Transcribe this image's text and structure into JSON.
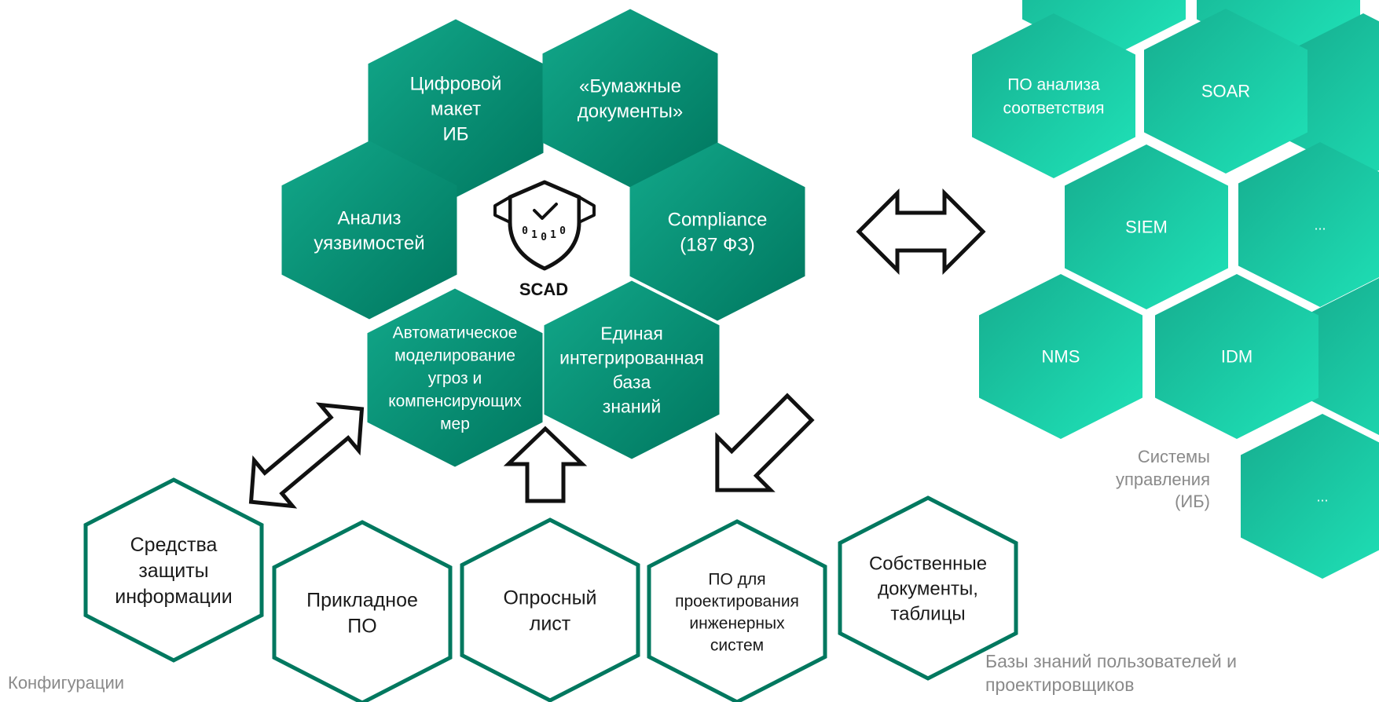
{
  "center": {
    "label": "SCAD",
    "binary_digits": [
      "0",
      "1",
      "0",
      "1",
      "0"
    ]
  },
  "core_hexes": [
    {
      "name": "digital-model",
      "lines": [
        "Цифровой",
        "макет",
        "ИБ"
      ]
    },
    {
      "name": "paper-documents",
      "lines": [
        "«Бумажные",
        "документы»"
      ]
    },
    {
      "name": "compliance",
      "lines": [
        "Compliance",
        "(187 ФЗ)"
      ]
    },
    {
      "name": "knowledge-base",
      "lines": [
        "Единая",
        "интегрированная",
        "база",
        "знаний"
      ]
    },
    {
      "name": "threat-modeling",
      "lines": [
        "Автоматическое",
        "моделирование",
        "угроз и",
        "компенсирующих",
        "мер"
      ]
    },
    {
      "name": "vulnerability-analysis",
      "lines": [
        "Анализ",
        "уязвимостей"
      ]
    }
  ],
  "input_hexes": [
    {
      "name": "security-tools",
      "lines": [
        "Средства",
        "защиты",
        "информации"
      ]
    },
    {
      "name": "application-software",
      "lines": [
        "Прикладное",
        "ПО"
      ]
    },
    {
      "name": "questionnaire",
      "lines": [
        "Опросный",
        "лист"
      ]
    },
    {
      "name": "engineering-design-software",
      "lines": [
        "ПО для",
        "проектирования",
        "инженерных",
        "систем"
      ]
    },
    {
      "name": "own-documents",
      "lines": [
        "Собственные",
        "документы,",
        "таблицы"
      ]
    }
  ],
  "system_hexes": [
    {
      "name": "compliance-analysis-software",
      "lines": [
        "ПО анализа",
        "соответствия"
      ]
    },
    {
      "name": "soar",
      "lines": [
        "SOAR"
      ]
    },
    {
      "name": "siem",
      "lines": [
        "SIEM"
      ]
    },
    {
      "name": "ellipsis-1",
      "lines": [
        "..."
      ]
    },
    {
      "name": "nms",
      "lines": [
        "NMS"
      ]
    },
    {
      "name": "idm",
      "lines": [
        "IDM"
      ]
    },
    {
      "name": "ellipsis-2",
      "lines": [
        "..."
      ]
    }
  ],
  "captions": {
    "configurations": "Конфигурации",
    "user_knowledge_bases": "Базы знаний пользователей и проектировщиков",
    "security_management_systems": [
      "Системы",
      "управления",
      "(ИБ)"
    ]
  },
  "colors": {
    "core_dark": "#00836a",
    "core_light": "#11a486",
    "system_dark": "#17b394",
    "system_light": "#1fe0b6",
    "outline": "#00785f",
    "caption": "#8a8a8a"
  }
}
